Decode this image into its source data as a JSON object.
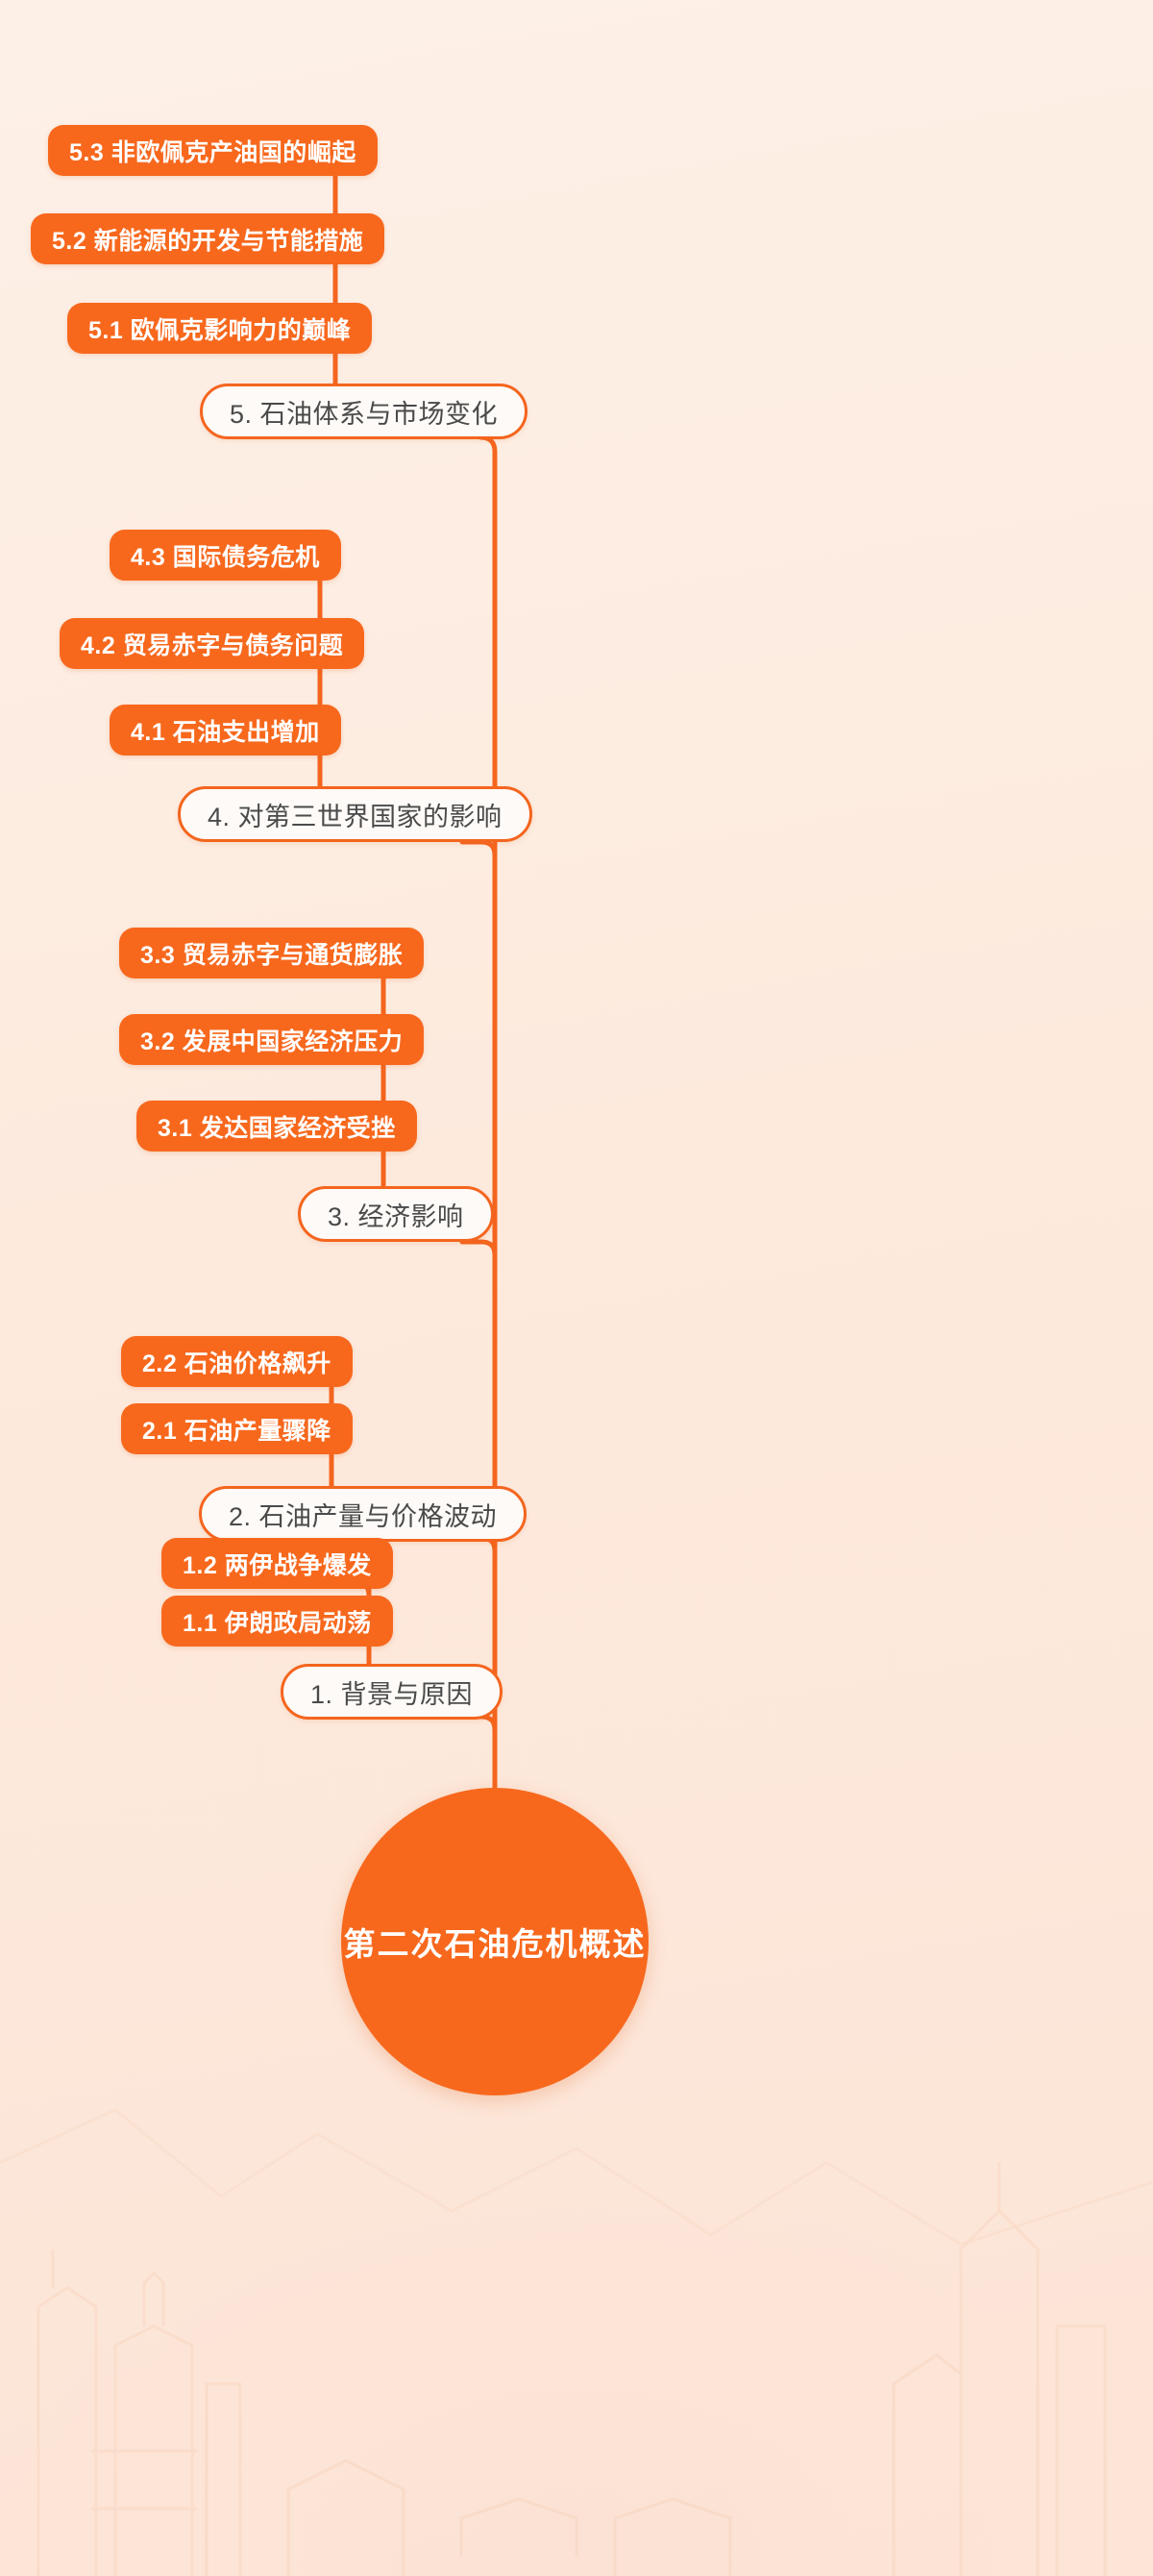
{
  "theme": {
    "accent": "#f7681d",
    "accent_border": "#f4651e",
    "background": "#fdeee4",
    "leaf_text": "#ffffff",
    "branch_text": "#4a4a4a"
  },
  "mindmap": {
    "type": "mindmap",
    "orientation": "bottom-root-upward",
    "root": {
      "id": "root",
      "label": "第二次石油危机概述",
      "shape": "circle"
    },
    "branches": [
      {
        "id": "b1",
        "label": "1. 背景与原因",
        "children": [
          {
            "id": "b1c1",
            "label": "1.1 伊朗政局动荡"
          },
          {
            "id": "b1c2",
            "label": "1.2 两伊战争爆发"
          }
        ]
      },
      {
        "id": "b2",
        "label": "2. 石油产量与价格波动",
        "children": [
          {
            "id": "b2c1",
            "label": "2.1 石油产量骤降"
          },
          {
            "id": "b2c2",
            "label": "2.2 石油价格飙升"
          }
        ]
      },
      {
        "id": "b3",
        "label": "3. 经济影响",
        "children": [
          {
            "id": "b3c1",
            "label": "3.1 发达国家经济受挫"
          },
          {
            "id": "b3c2",
            "label": "3.2 发展中国家经济压力"
          },
          {
            "id": "b3c3",
            "label": "3.3 贸易赤字与通货膨胀"
          }
        ]
      },
      {
        "id": "b4",
        "label": "4. 对第三世界国家的影响",
        "children": [
          {
            "id": "b4c1",
            "label": "4.1 石油支出增加"
          },
          {
            "id": "b4c2",
            "label": "4.2 贸易赤字与债务问题"
          },
          {
            "id": "b4c3",
            "label": "4.3 国际债务危机"
          }
        ]
      },
      {
        "id": "b5",
        "label": "5. 石油体系与市场变化",
        "children": [
          {
            "id": "b5c1",
            "label": "5.1 欧佩克影响力的巅峰"
          },
          {
            "id": "b5c2",
            "label": "5.2 新能源的开发与节能措施"
          },
          {
            "id": "b5c3",
            "label": "5.3 非欧佩克产油国的崛起"
          }
        ]
      }
    ]
  }
}
